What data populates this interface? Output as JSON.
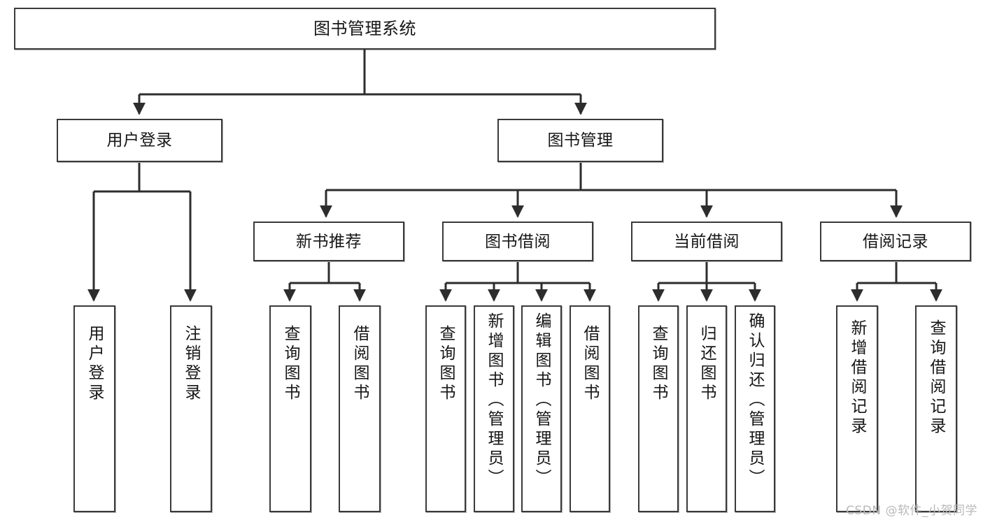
{
  "diagram": {
    "title": "图书管理系统",
    "type": "tree-hierarchy-chart",
    "watermark": "CSDN @软件_小贺同学",
    "colors": {
      "node_border": "#3a3a3a",
      "node_fill": "#ffffff",
      "edge": "#2d2d2d",
      "text": "#161616",
      "watermark": "#b9b9b9"
    },
    "nodes": {
      "root": {
        "label": "图书管理系统"
      },
      "level2": [
        {
          "label": "用户登录"
        },
        {
          "label": "图书管理"
        }
      ],
      "level3": [
        {
          "label": "新书推荐"
        },
        {
          "label": "图书借阅"
        },
        {
          "label": "当前借阅"
        },
        {
          "label": "借阅记录"
        }
      ],
      "leaves": {
        "user_login": [
          {
            "label": "用户登录"
          },
          {
            "label": "注销登录"
          }
        ],
        "new_book_recommend": [
          {
            "label": "查询图书"
          },
          {
            "label": "借阅图书"
          }
        ],
        "book_borrow": [
          {
            "label": "查询图书"
          },
          {
            "label": "新增图书（管理员）"
          },
          {
            "label": "编辑图书（管理员）"
          },
          {
            "label": "借阅图书"
          }
        ],
        "current_borrow": [
          {
            "label": "查询图书"
          },
          {
            "label": "归还图书"
          },
          {
            "label": "确认归还（管理员）"
          }
        ],
        "borrow_record": [
          {
            "label": "新增借阅记录"
          },
          {
            "label": "查询借阅记录"
          }
        ]
      }
    }
  }
}
